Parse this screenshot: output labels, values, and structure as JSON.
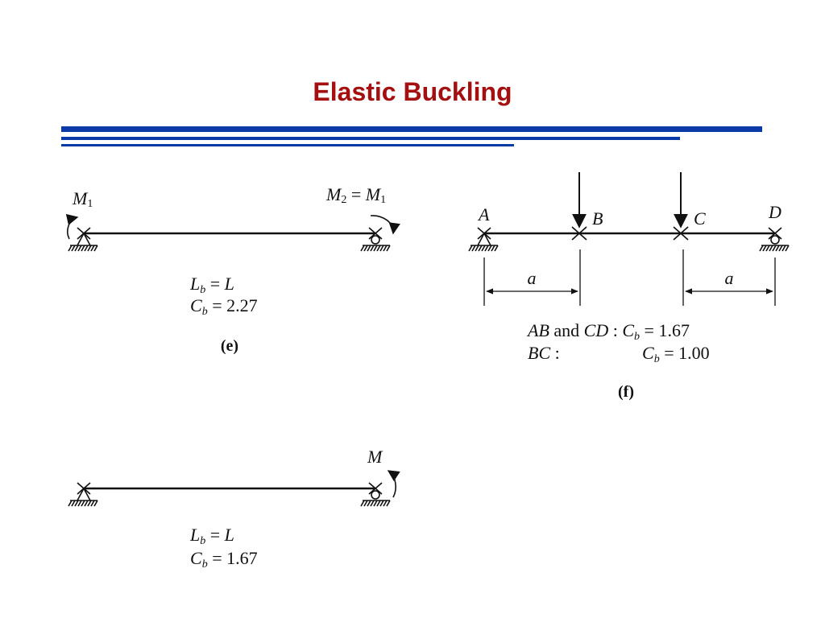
{
  "slide": {
    "title": "Elastic Buckling",
    "title_color": "#a50f0f",
    "rule_color": "#0a3aa8"
  },
  "panel_e": {
    "left_moment": {
      "sym": "M",
      "sub": "1"
    },
    "right_moment": {
      "sym": "M",
      "sub": "2",
      "eq": " = ",
      "sym2": "M",
      "sub2": "1"
    },
    "lb": {
      "sym": "L",
      "sub": "b",
      "eq": " = ",
      "val": "L"
    },
    "cb": {
      "sym": "C",
      "sub": "b",
      "eq": " = ",
      "val": "2.27"
    },
    "caption": "(e)"
  },
  "panel_f": {
    "points": [
      "A",
      "B",
      "C",
      "D"
    ],
    "dim_label": "a",
    "line1": {
      "lhs1": "AB",
      "and": " and ",
      "lhs2": "CD",
      "colon": " : ",
      "sym": "C",
      "sub": "b",
      "eq": " = ",
      "val": "1.67"
    },
    "line2": {
      "lhs": "BC",
      "colon": " :",
      "sym": "C",
      "sub": "b",
      "eq": " = ",
      "val": "1.00"
    },
    "caption": "(f)"
  },
  "panel_g": {
    "moment": {
      "sym": "M"
    },
    "lb": {
      "sym": "L",
      "sub": "b",
      "eq": " = ",
      "val": "L"
    },
    "cb": {
      "sym": "C",
      "sub": "b",
      "eq": " = ",
      "val": "1.67"
    }
  }
}
